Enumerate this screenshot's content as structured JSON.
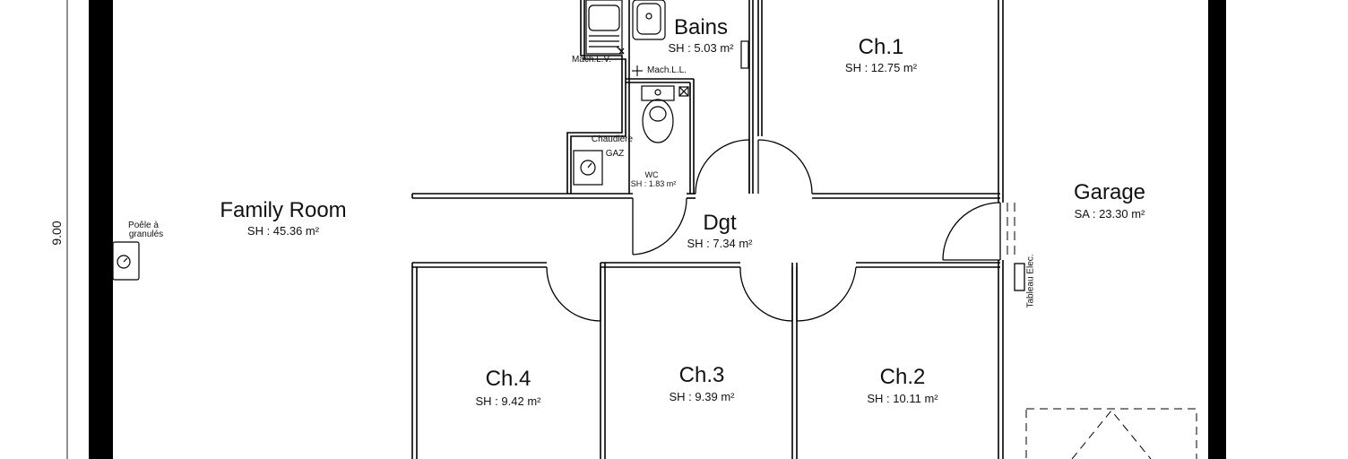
{
  "dimension": {
    "height_label": "9.00"
  },
  "rooms": {
    "family": {
      "name": "Family Room",
      "area": "SH : 45.36 m²"
    },
    "bains": {
      "name": "Bains",
      "area": "SH : 5.03 m²"
    },
    "ch1": {
      "name": "Ch.1",
      "area": "SH : 12.75 m²"
    },
    "wc": {
      "name": "WC",
      "area": "SH : 1.83 m²"
    },
    "dgt": {
      "name": "Dgt",
      "area": "SH : 7.34 m²"
    },
    "garage": {
      "name": "Garage",
      "area": "SA : 23.30 m²"
    },
    "ch4": {
      "name": "Ch.4",
      "area": "SH : 9.42 m²"
    },
    "ch3": {
      "name": "Ch.3",
      "area": "SH : 9.39 m²"
    },
    "ch2": {
      "name": "Ch.2",
      "area": "SH : 10.11 m²"
    }
  },
  "fixtures": {
    "poele_line1": "Poêle à",
    "poele_line2": "granulés",
    "chaudiere": "Chaudière",
    "gaz": "GAZ",
    "mach_lv": "Mach.L.V.",
    "mach_ll": "Mach.L.L.",
    "tableau": "Tableau Elec."
  }
}
